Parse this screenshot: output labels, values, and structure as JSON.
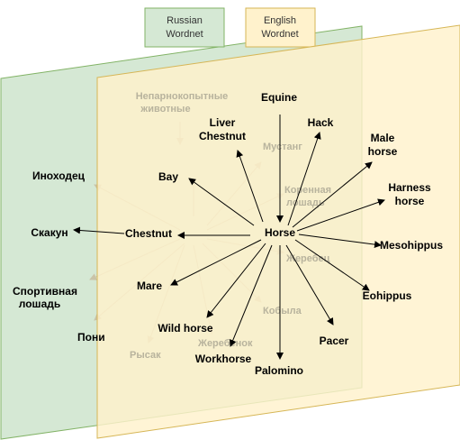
{
  "tabs": {
    "russian": [
      "Russian",
      "Wordnet"
    ],
    "english": [
      "English",
      "Wordnet"
    ]
  },
  "center": "Horse",
  "english_nodes": [
    "Equine",
    "Hack",
    "Male",
    "horse",
    "Harness",
    "horse",
    "Mesohippus",
    "Eohippus",
    "Pacer",
    "Palomino",
    "Workhorse",
    "Wild horse",
    "Mare",
    "Chestnut",
    "Bay",
    "Liver",
    "Chestnut"
  ],
  "russian_nodes": {
    "inokhodets": "Иноходец",
    "skakun": "Скакун",
    "sport1": "Спортивная",
    "sport2": "лошадь",
    "poni": "Пони"
  },
  "ghost_nodes": {
    "nep1": "Непарнокопытные",
    "nep2": "животные",
    "mustang": "Мустанг",
    "korennaya1": "Коренная",
    "korennaya2": "лошадь",
    "zherebets": "Жеребец",
    "kobyla": "Кобыла",
    "zherebenok": "Жеребенок",
    "rysak": "Рысак"
  },
  "colors": {
    "russian_fill": "#d5e8d4",
    "russian_border": "#82b366",
    "english_fill": "#fff2cc",
    "english_border": "#d6b656"
  }
}
